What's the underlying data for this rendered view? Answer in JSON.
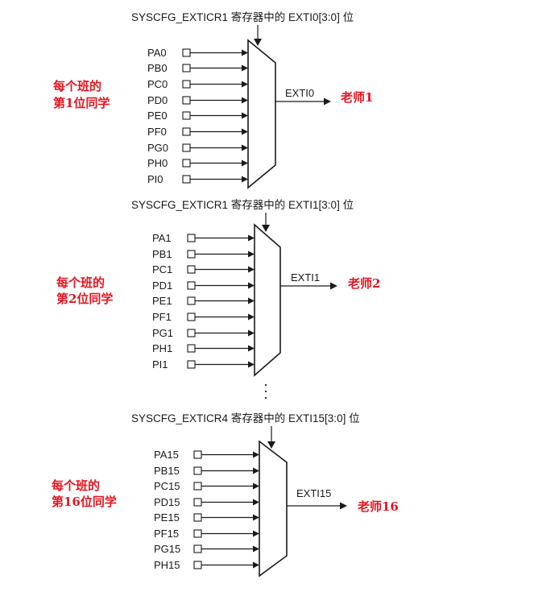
{
  "blocks": [
    {
      "header": "SYSCFG_EXTICR1 寄存器中的 EXTI0[3:0] 位",
      "inputs": [
        "PA0",
        "PB0",
        "PC0",
        "PD0",
        "PE0",
        "PF0",
        "PG0",
        "PH0",
        "PI0"
      ],
      "output": "EXTI0",
      "left_note": [
        "每个班的",
        "第1位同学"
      ],
      "right_note": "老师1"
    },
    {
      "header": "SYSCFG_EXTICR1 寄存器中的 EXTI1[3:0] 位",
      "inputs": [
        "PA1",
        "PB1",
        "PC1",
        "PD1",
        "PE1",
        "PF1",
        "PG1",
        "PH1",
        "PI1"
      ],
      "output": "EXTI1",
      "left_note": [
        "每个班的",
        "第2位同学"
      ],
      "right_note": "老师2"
    },
    {
      "header": "SYSCFG_EXTICR4 寄存器中的 EXTI15[3:0] 位",
      "inputs": [
        "PA15",
        "PB15",
        "PC15",
        "PD15",
        "PE15",
        "PF15",
        "PG15",
        "PH15"
      ],
      "output": "EXTI15",
      "left_note": [
        "每个班的",
        "第16位同学"
      ],
      "right_note": "老师16"
    }
  ],
  "colors": {
    "annotation": "#e8141e",
    "line": "#1a1a1a"
  }
}
